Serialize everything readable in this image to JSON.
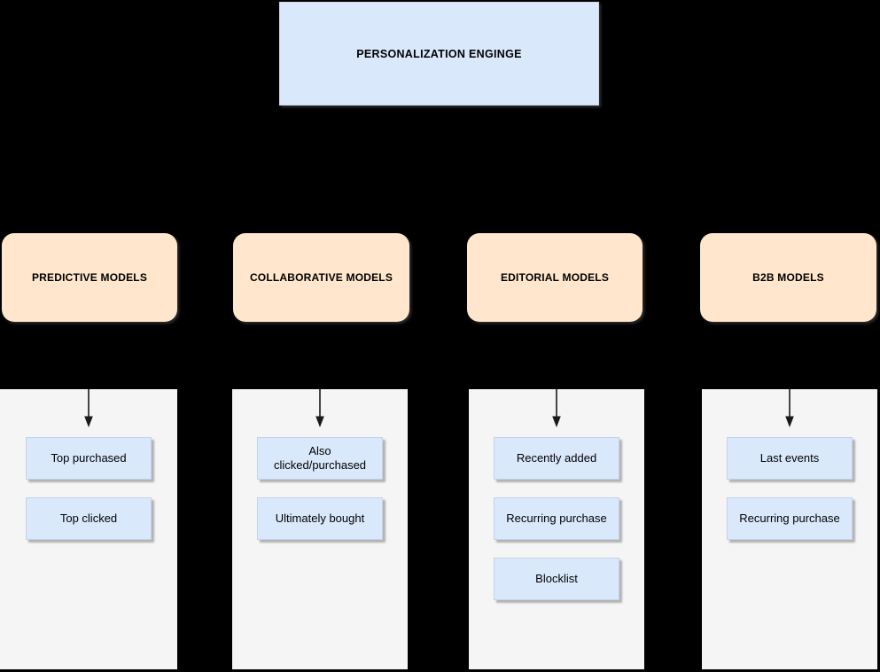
{
  "title_box": {
    "label": "PERSONALIZATION ENGINGE"
  },
  "colors": {
    "background": "#000000",
    "blue_node_fill": "#dae8fc",
    "orange_node_fill": "#ffe6cc",
    "column_fill": "#f5f5f5",
    "arrow_color": "#1a1a1a"
  },
  "columns": [
    {
      "id": "predictive",
      "label": "PREDICTIVE MODELS",
      "items": [
        "Top purchased",
        "Top clicked"
      ]
    },
    {
      "id": "collaborative",
      "label": "COLLABORATIVE MODELS",
      "items": [
        "Also clicked/purchased",
        "Ultimately bought"
      ]
    },
    {
      "id": "editorial",
      "label": "EDITORIAL MODELS",
      "items": [
        "Recently added",
        "Recurring purchase",
        "Blocklist"
      ]
    },
    {
      "id": "b2b",
      "label": "B2B MODELS",
      "items": [
        "Last events",
        "Recurring purchase"
      ]
    }
  ]
}
